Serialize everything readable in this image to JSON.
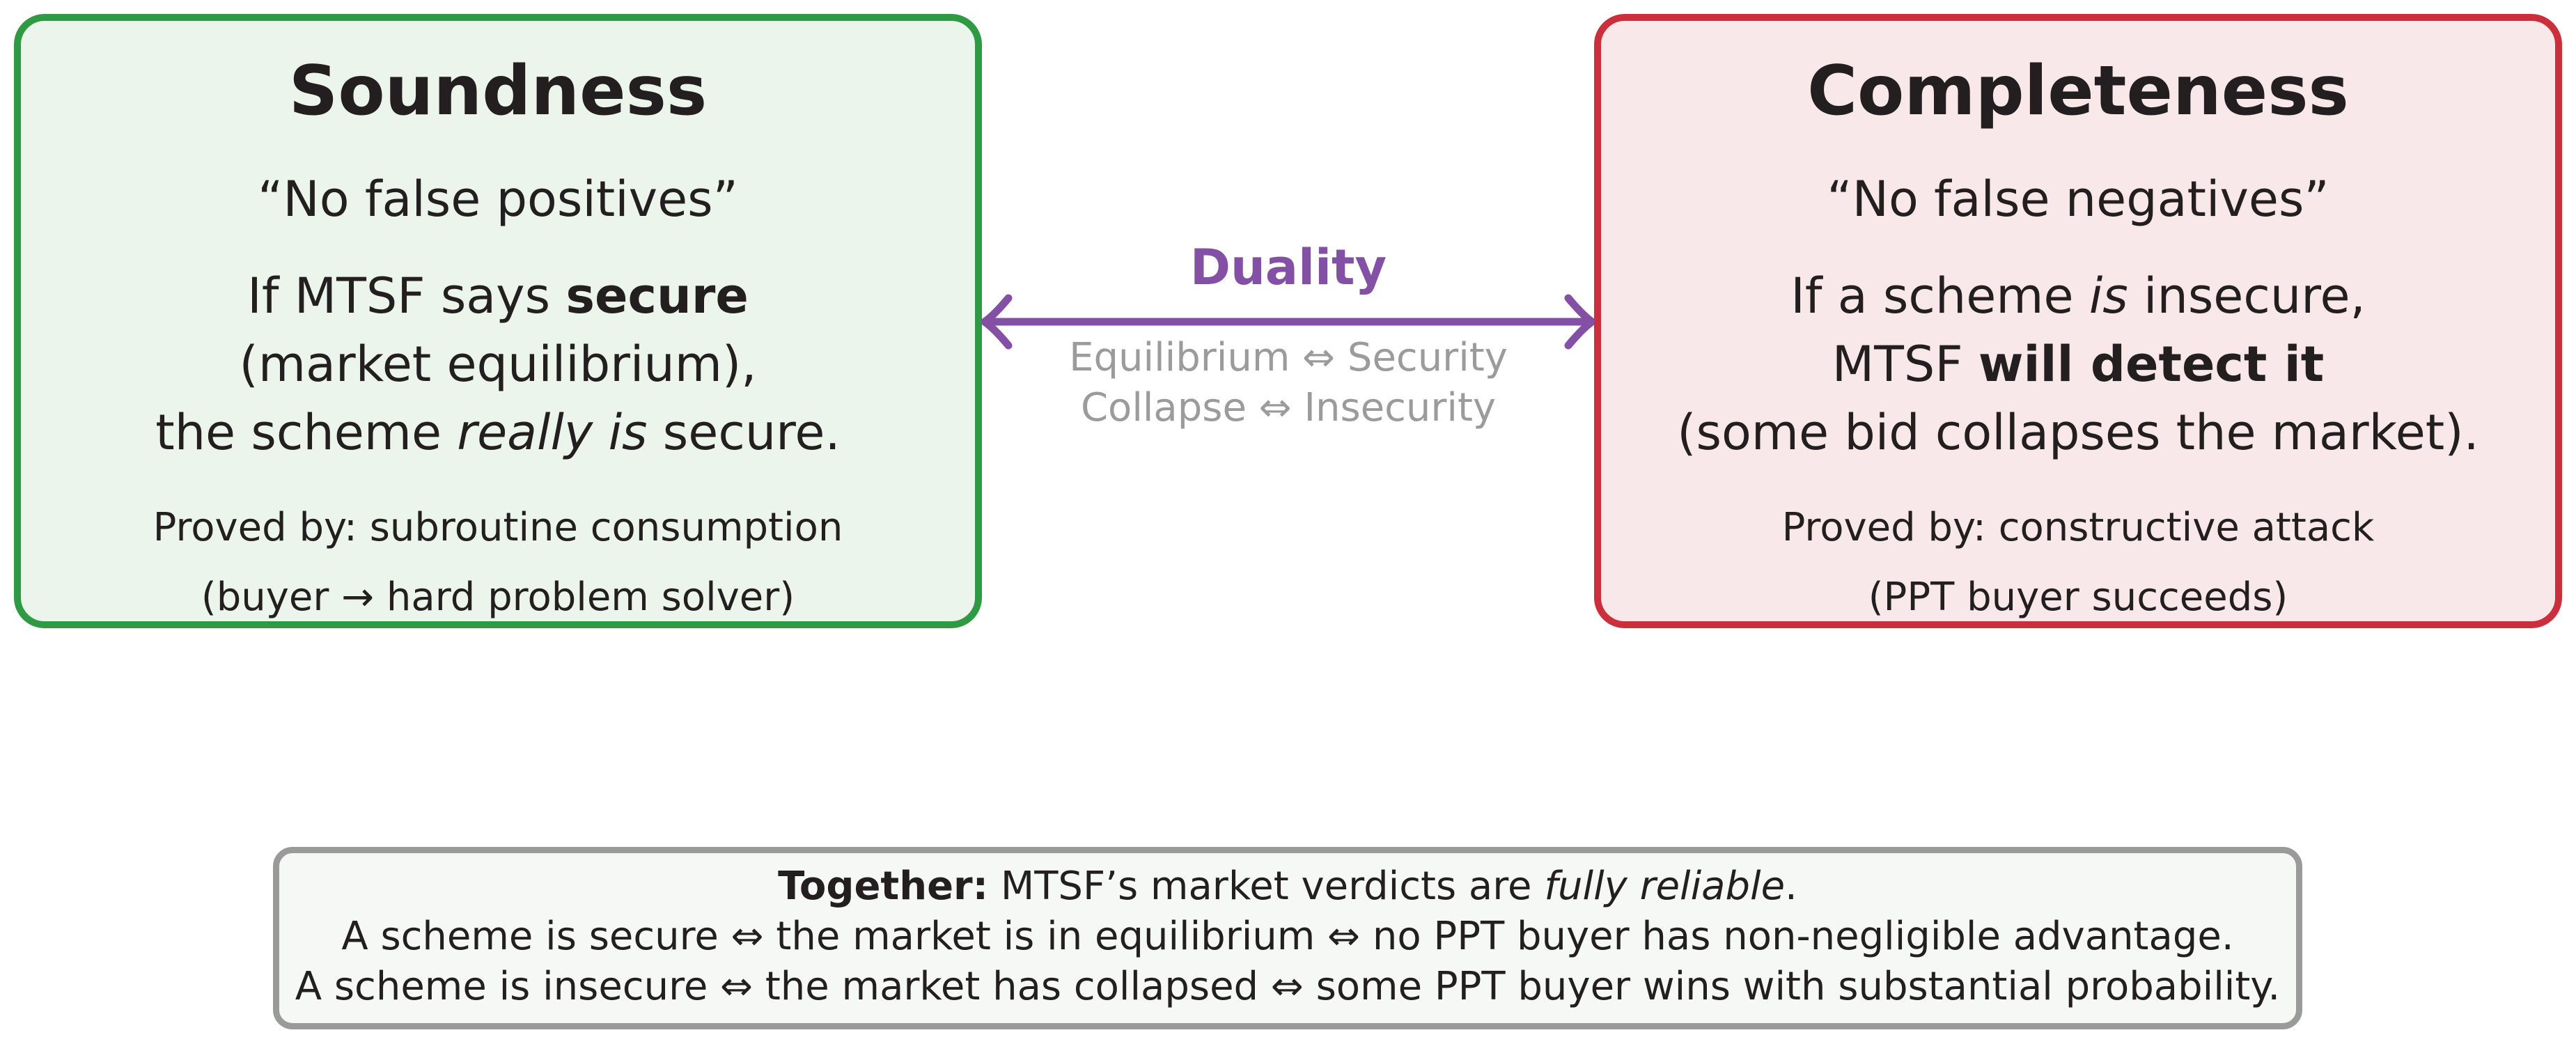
{
  "colors": {
    "soundness_border": "#2e9a44",
    "soundness_fill": "#ebf5ec",
    "completeness_border": "#cc2f3c",
    "completeness_fill": "#f9e8ea",
    "duality": "#8350a6",
    "duality_notes": "#9b9b9b",
    "summary_border": "#9a9a9a",
    "text": "#231f20"
  },
  "icons": {
    "duality_arrow": "double-headed-arrow-icon",
    "iff": "⇔",
    "implies": "→"
  },
  "soundness": {
    "title": "Soundness",
    "quote": "“No false positives”",
    "line1_pre": "If MTSF says",
    "line1_bold": "secure",
    "line2": "(market equilibrium),",
    "line3_pre": "the scheme",
    "line3_italic": "really is",
    "line3_post": "secure.",
    "proof_line1": "Proved by: subroutine consumption",
    "proof_line2": "(buyer → hard problem solver)"
  },
  "completeness": {
    "title": "Completeness",
    "quote": "“No false negatives”",
    "line1_pre": "If a scheme",
    "line1_italic": "is",
    "line1_post": "insecure,",
    "line2_pre": "MTSF",
    "line2_bold": "will detect it",
    "line3": "(some bid collapses the market).",
    "proof_line1": "Proved by: constructive attack",
    "proof_line2": "(PPT buyer succeeds)"
  },
  "duality": {
    "label": "Duality",
    "note1": "Equilibrium ⇔ Security",
    "note2": "Collapse ⇔ Insecurity"
  },
  "summary": {
    "line1_bold": "Together:",
    "line1_text": "MTSF’s market verdicts are",
    "line1_italic": "fully reliable",
    "line1_end": ".",
    "line2": "A scheme is secure ⇔ the market is in equilibrium ⇔ no PPT buyer has non-negligible advantage.",
    "line3": "A scheme is insecure ⇔ the market has collapsed ⇔ some PPT buyer wins with substantial probability."
  }
}
